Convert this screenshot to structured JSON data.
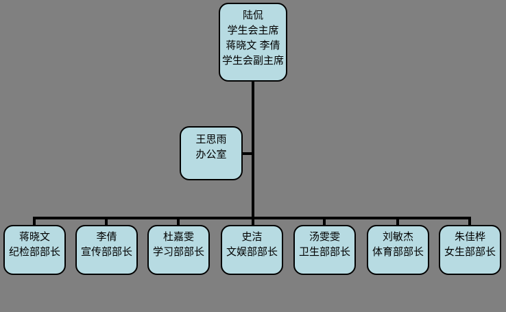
{
  "colors": {
    "background": "#808080",
    "box_fill": "#b7dbe2",
    "box_border": "#000000",
    "connector": "#000000"
  },
  "org_chart": {
    "root": {
      "lines": [
        "陆侃",
        "学生会主席",
        "蒋晓文 李倩",
        "学生会副主席"
      ]
    },
    "office": {
      "lines": [
        "王思雨",
        "办公室"
      ]
    },
    "departments": [
      {
        "name": "蒋晓文",
        "title": "纪检部部长"
      },
      {
        "name": "李倩",
        "title": "宣传部部长"
      },
      {
        "name": "杜嘉雯",
        "title": "学习部部长"
      },
      {
        "name": "史洁",
        "title": "文娱部部长"
      },
      {
        "name": "汤雯雯",
        "title": "卫生部部长"
      },
      {
        "name": "刘敏杰",
        "title": "体育部部长"
      },
      {
        "name": "朱佳桦",
        "title": "女生部部长"
      }
    ]
  }
}
